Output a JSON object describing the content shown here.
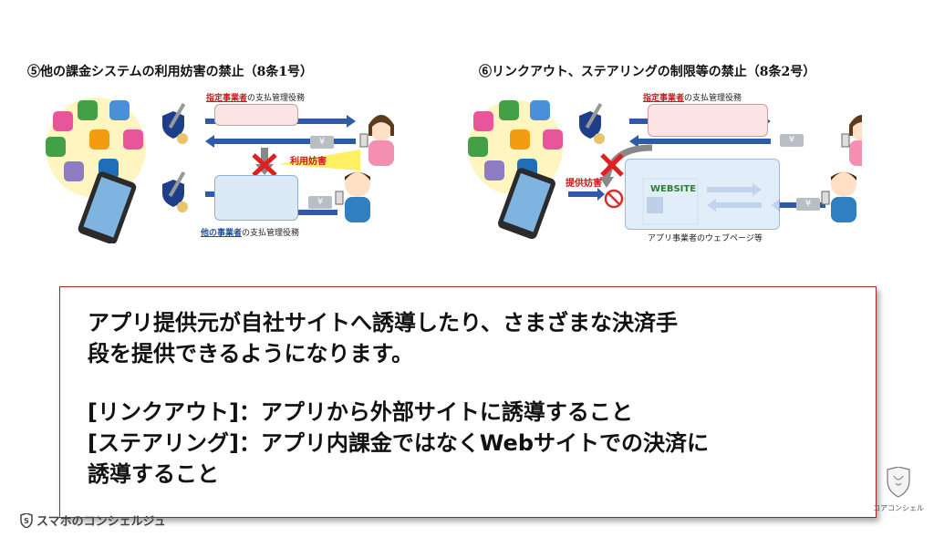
{
  "left_panel": {
    "title": "⑤他の課金システムの利用妨害の禁止（8条1号）",
    "top_role": {
      "highlight": "指定事業者",
      "rest": "の支払管理役務"
    },
    "bottom_role": {
      "highlight": "他の事業者",
      "rest": "の支払管理役務"
    },
    "block_tag": "利用妨害",
    "yen_top": "¥",
    "yen_bottom": "¥"
  },
  "right_panel": {
    "title": "⑥リンクアウト、ステアリングの制限等の禁止（8条2号）",
    "top_role": {
      "highlight": "指定事業者",
      "rest": "の支払管理役務"
    },
    "block_tag": "提供妨害",
    "website_label": "WEBSITE",
    "bottom_caption": "アプリ事業者のウェブページ等",
    "yen_top": "¥",
    "yen_bottom": "¥"
  },
  "message": {
    "line1": "アプリ提供元が自社サイトへ誘導したり、さまざまな決済手",
    "line2": "段を提供できるようになります。",
    "line3": "[リンクアウト]：アプリから外部サイトに誘導すること",
    "line4": "[ステアリング]：アプリ内課金ではなくWebサイトでの決済に",
    "line5": "誘導すること"
  },
  "branding": {
    "left": "スマホのコンシェルジュ",
    "right": "コアコンシェル"
  }
}
